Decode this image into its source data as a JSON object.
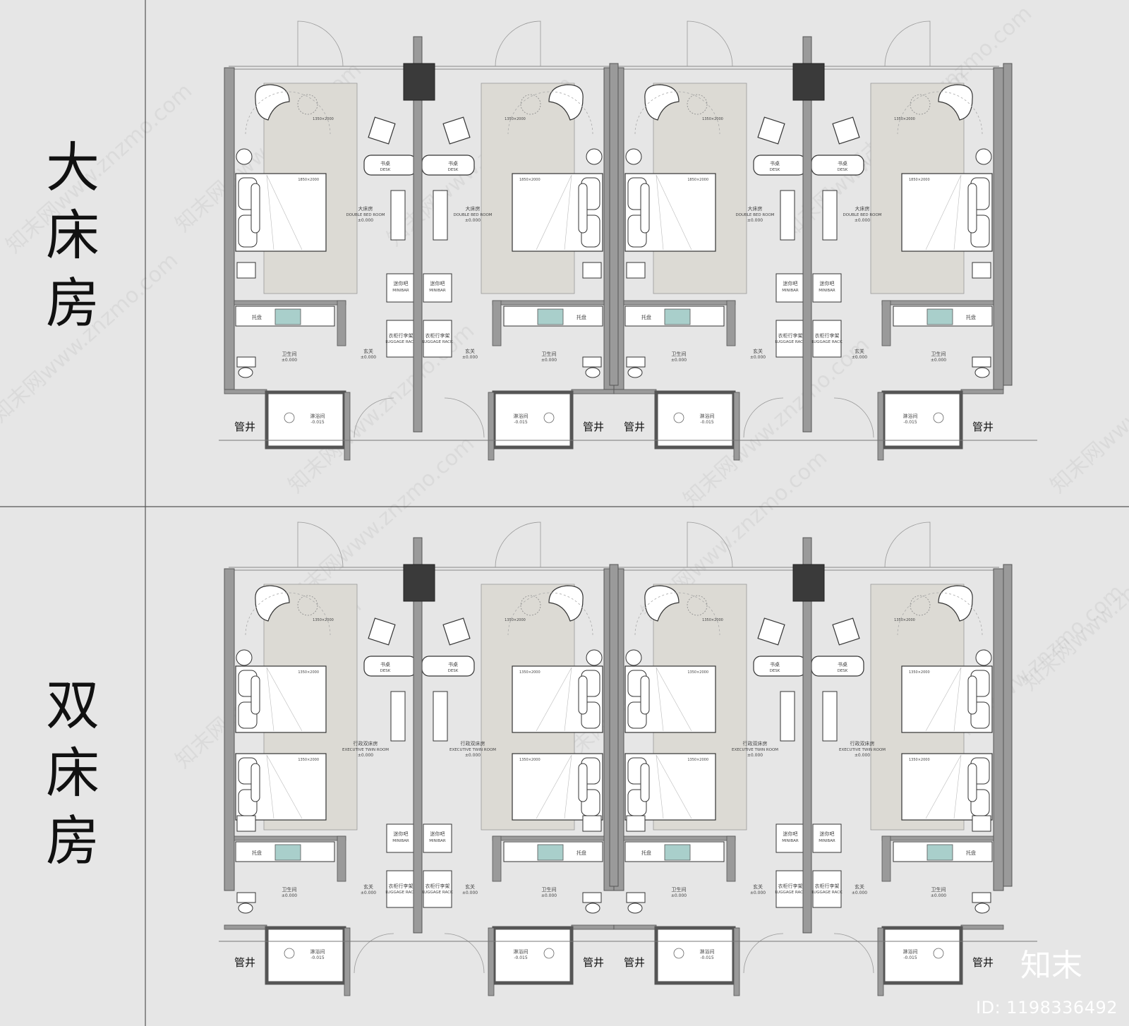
{
  "sections": [
    {
      "side_label": [
        "大",
        "床",
        "房"
      ],
      "rooms": [
        {
          "type_cn": "大床房",
          "type_en": "DOUBLE BED ROOM",
          "level": "±0.000",
          "beds": [
            "1850×2000"
          ]
        },
        {
          "type_cn": "大床房",
          "type_en": "DOUBLE BED ROOM",
          "level": "±0.000",
          "beds": [
            "1850×2000"
          ]
        },
        {
          "type_cn": "大床房",
          "type_en": "DOUBLE BED ROOM",
          "level": "±0.000",
          "beds": [
            "1850×2000"
          ]
        },
        {
          "type_cn": "大床房",
          "type_en": "DOUBLE BED ROOM",
          "level": "±0.000",
          "beds": [
            "1850×2000"
          ]
        }
      ]
    },
    {
      "side_label": [
        "双",
        "床",
        "房"
      ],
      "rooms": [
        {
          "type_cn": "行政双床房",
          "type_en": "EXECUTIVE TWIN ROOM",
          "level": "±0.000",
          "beds": [
            "1350×2000",
            "1350×2000"
          ]
        },
        {
          "type_cn": "行政双床房",
          "type_en": "EXECUTIVE TWIN ROOM",
          "level": "±0.000",
          "beds": [
            "1350×2000",
            "1350×2000"
          ]
        },
        {
          "type_cn": "行政双床房",
          "type_en": "EXECUTIVE TWIN ROOM",
          "level": "±0.000",
          "beds": [
            "1350×2000",
            "1350×2000"
          ]
        },
        {
          "type_cn": "行政双床房",
          "type_en": "EXECUTIVE TWIN ROOM",
          "level": "±0.000",
          "beds": [
            "1350×2000",
            "1350×2000"
          ]
        }
      ]
    }
  ],
  "labels": {
    "desk_cn": "书桌",
    "desk_en": "DESK",
    "minibar_cn": "迷你吧",
    "minibar_en": "MINIBAR",
    "wardrobe_cn": "衣柜",
    "luggage_cn": "行李架",
    "luggage_en": "LUGGAGE RACK",
    "toilet_cn": "卫生间",
    "toilet_level": "±0.000",
    "shower_cn": "淋浴间",
    "shower_level": "-0.015",
    "foyer_cn": "玄关",
    "foyer_level": "±0.000",
    "shaft_cn": "管井",
    "tray_cn": "托盘",
    "vanity_size": "1350×2000"
  },
  "watermark": {
    "text": "知末网www.znzmo.com",
    "logo": "知末",
    "id": "ID: 1198336492"
  },
  "colors": {
    "background": "#e6e6e6",
    "wall": "#9a9a9a",
    "column": "#3a3a3a",
    "rug": "#dcdad4",
    "basin": "#a9cfcb",
    "line": "#555555"
  }
}
